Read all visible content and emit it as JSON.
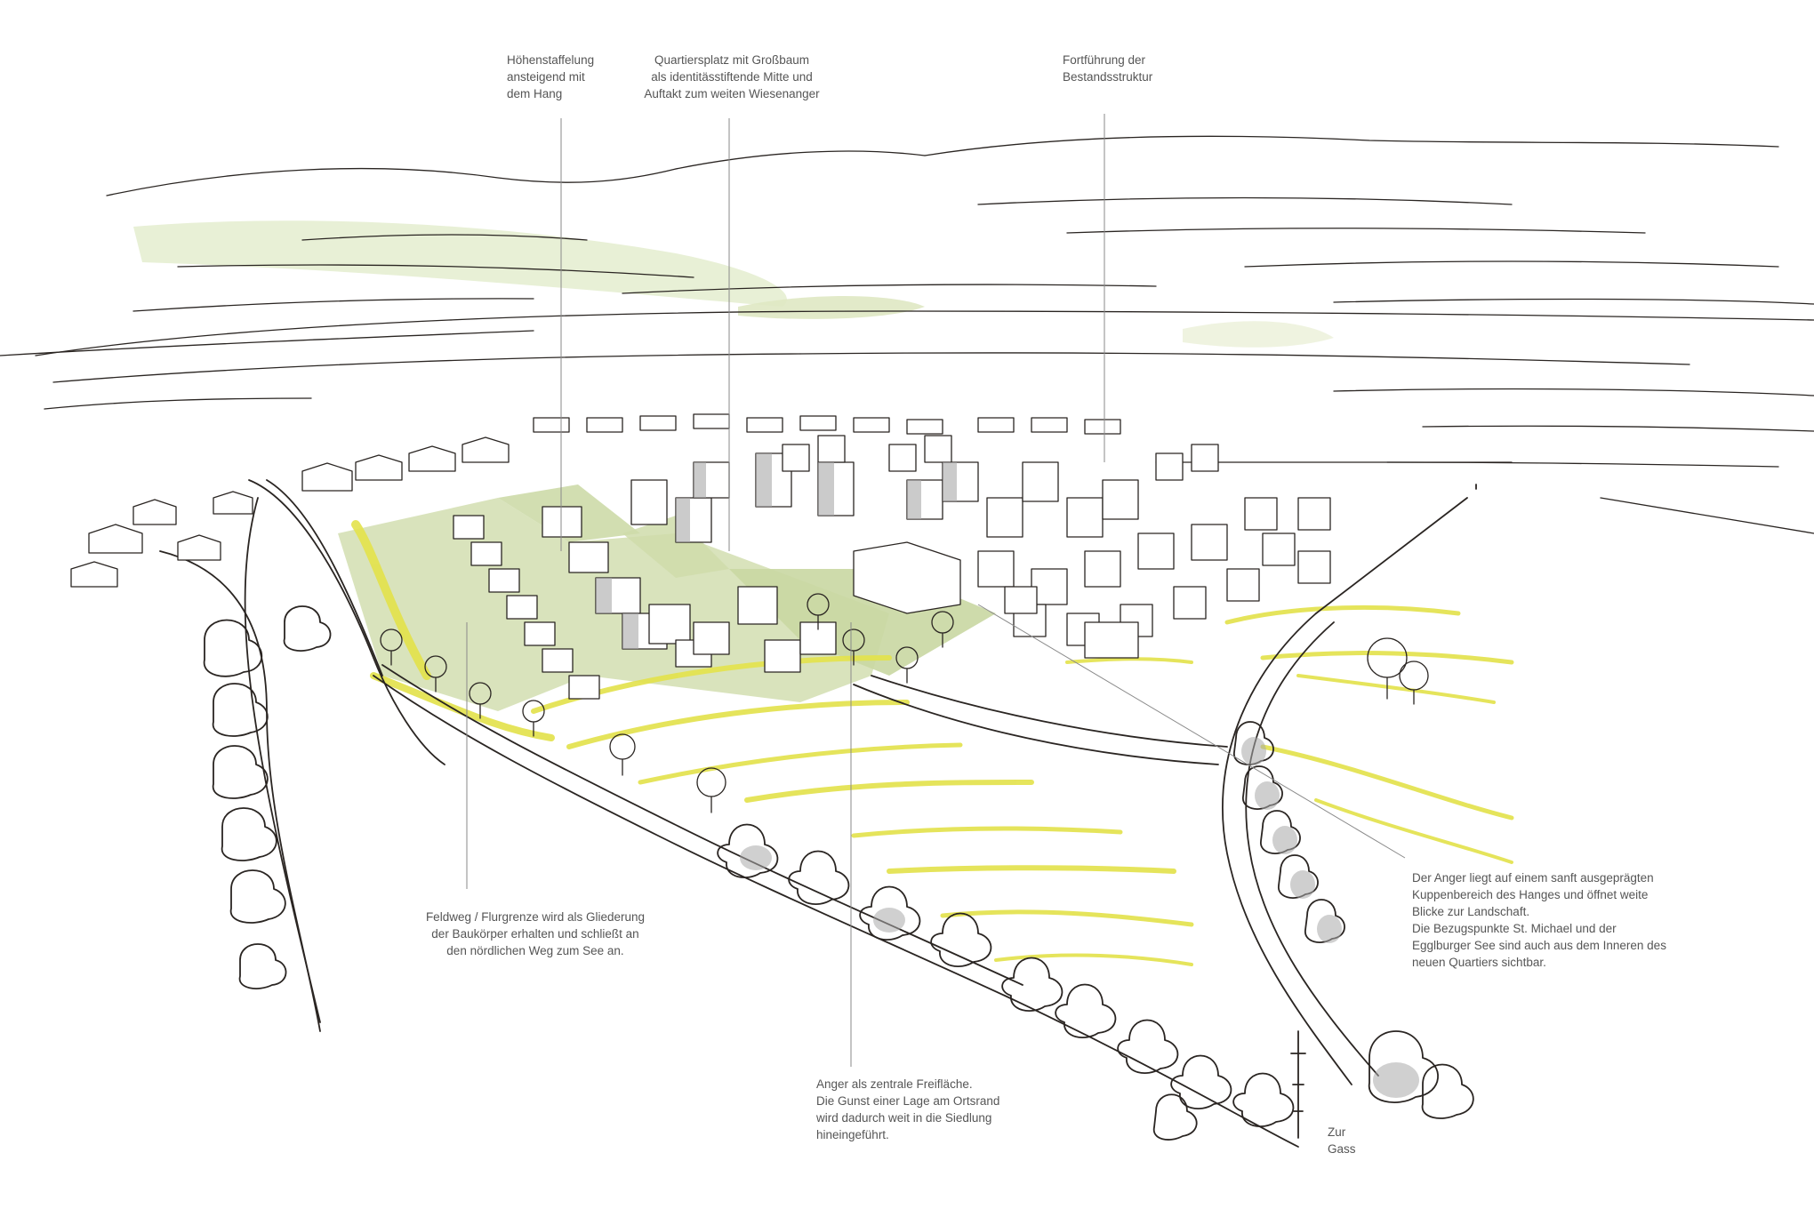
{
  "colors": {
    "ink": "#2a2522",
    "highlight_yellow": "#e3e24a",
    "green_wash": "#d2deb0",
    "grey_shade": "#a9a9a9",
    "annotation_text": "#555555"
  },
  "annotations": {
    "hoehenstaffelung": [
      "Höhenstaffelung",
      "ansteigend mit",
      "dem Hang"
    ],
    "quartiersplatz": [
      "Quartiersplatz mit Großbaum",
      "als identitässtiftende Mitte und",
      "Auftakt zum weiten Wiesenanger"
    ],
    "fortfuehrung": [
      "Fortführung der",
      "Bestandsstruktur"
    ],
    "feldweg": [
      "Feldweg / Flurgrenze wird als Gliederung",
      "der Baukörper erhalten und schließt an",
      "den nördlichen Weg zum See an."
    ],
    "anger_freiflaeche": [
      "Anger als zentrale Freifläche.",
      "Die Gunst einer Lage am Ortsrand",
      "wird dadurch weit in die Siedlung",
      "hineingeführt."
    ],
    "anger_kuppe": [
      "Der Anger liegt auf einem sanft ausgeprägten",
      "Kuppenbereich des Hanges und öffnet weite",
      "Blicke zur Landschaft.",
      "Die Bezugspunkte St. Michael und der",
      "Egglburger See sind auch aus dem Inneren des",
      "neuen Quartiers sichtbar."
    ],
    "zur_gass": [
      "Zur",
      "Gass"
    ]
  }
}
